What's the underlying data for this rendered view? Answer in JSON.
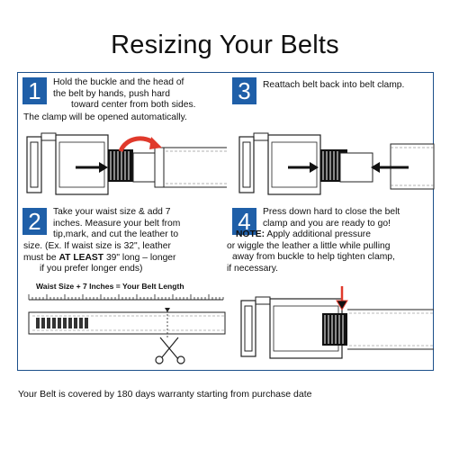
{
  "title": "Resizing Your Belts",
  "steps": [
    {
      "number": "1",
      "line1": "Hold the buckle and the head of",
      "line2": "the belt by hands, push hard",
      "line3": "toward center from both sides.",
      "line4": "The clamp will be opened automatically."
    },
    {
      "number": "3",
      "line1": "Reattach belt back into belt clamp."
    },
    {
      "number": "2",
      "line1": "Take your waist size & add 7",
      "line2": "inches.  Measure your belt from",
      "line3": "tip,mark, and cut the leather to",
      "line4": "size. (Ex. If waist size is 32\", leather",
      "line5a": "must be ",
      "line5b": "AT LEAST",
      "line5c": " 39\" long – longer",
      "line6": "if you prefer longer ends)",
      "formula": "Waist Size + 7 Inches = Your Belt Length"
    },
    {
      "number": "4",
      "line1": "Press down hard to close the belt",
      "line2": "clamp and you are ready to go!",
      "line3a": "NOTE:",
      "line3b": " Apply additional pressure",
      "line4": "or wiggle the leather a little while pulling",
      "line5": "away from buckle to help tighten clamp,",
      "line6": "if necessary."
    }
  ],
  "footer": "Your Belt is covered by 180 days warranty starting from purchase date",
  "colors": {
    "panel_border": "#1c4f8a",
    "number_bg": "#1f5fa8",
    "arrow_red": "#e0392b"
  }
}
